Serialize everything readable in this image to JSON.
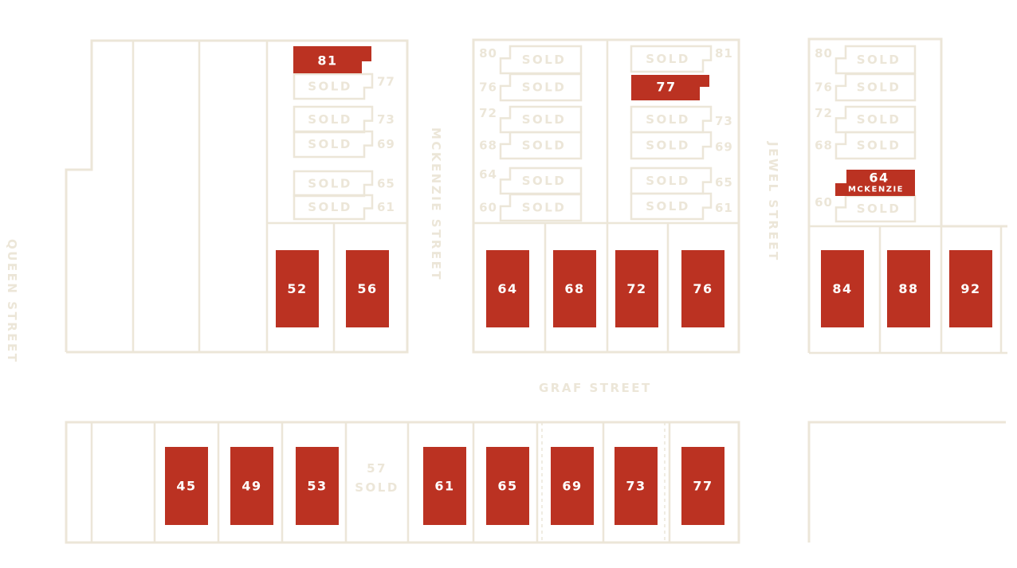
{
  "streets": {
    "queen": "QUEEN STREET",
    "mckenzie": "MCKENZIE STREET",
    "jewel": "JEWEL STREET",
    "graf": "GRAF STREET"
  },
  "available_lots": {
    "graf_north": [
      "52",
      "56",
      "64",
      "68",
      "72",
      "76",
      "84",
      "88",
      "92"
    ],
    "graf_south": [
      "45",
      "49",
      "53",
      "61",
      "65",
      "69",
      "73",
      "77"
    ],
    "block_a_mckenzie": "81",
    "block_b_jewel": "77",
    "block_c": {
      "number": "64",
      "street": "MCKENZIE"
    }
  },
  "sold_lot": {
    "number": "57",
    "status": "SOLD"
  },
  "sold_label": "SOLD",
  "sold_numbers": {
    "block_a_right": [
      "77",
      "73",
      "69",
      "65",
      "61"
    ],
    "block_b_left": [
      "80",
      "76",
      "72",
      "68",
      "64",
      "60"
    ],
    "block_b_right": [
      "81",
      "73",
      "69",
      "65",
      "61"
    ],
    "block_c_left": [
      "80",
      "76",
      "72",
      "68",
      "60"
    ]
  },
  "colors": {
    "available": "#bb3222",
    "outline": "#ece6d8",
    "background": "#ffffff"
  }
}
